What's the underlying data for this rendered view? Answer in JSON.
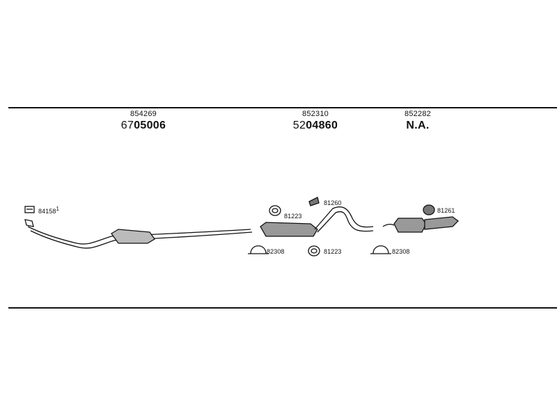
{
  "columns": [
    {
      "ref": "854269",
      "code_prefix": "67",
      "code_main": "05006"
    },
    {
      "ref": "852310",
      "code_prefix": "52",
      "code_main": "04860"
    },
    {
      "ref": "852282",
      "code_prefix": "",
      "code_main": "N.A."
    }
  ],
  "part_labels": {
    "p84158": "84158",
    "p84158_sup": "1",
    "p81223_a": "81223",
    "p82308_a": "82308",
    "p81260": "81260",
    "p81223_b": "81223",
    "p81261": "81261",
    "p82308_b": "82308"
  },
  "icons": [
    "gasket-icon",
    "clamp-icon",
    "ring-icon",
    "hanger-icon",
    "pipe-icon",
    "muffler-icon"
  ]
}
